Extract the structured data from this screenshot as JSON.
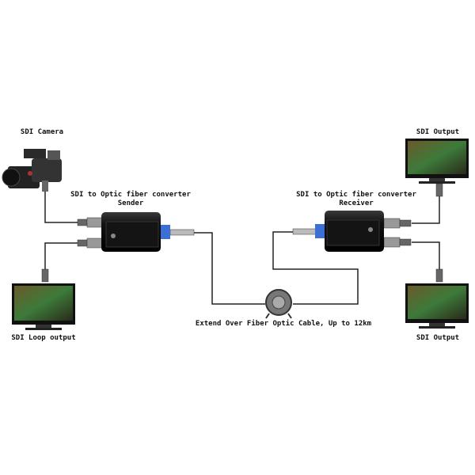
{
  "labels": {
    "camera": "SDI Camera",
    "loop_output": "SDI Loop output",
    "sender_title": "SDI to Optic fiber converter",
    "sender_role": "Sender",
    "receiver_title": "SDI to Optic fiber converter",
    "receiver_role": "Receiver",
    "output_top": "SDI Output",
    "output_bottom": "SDI Output",
    "fiber_cable": "Extend Over Fiber Optic Cable, Up to 12km"
  },
  "colors": {
    "cable": "#111111",
    "device": "#1a1a1a",
    "port": "#3b6fd6"
  }
}
